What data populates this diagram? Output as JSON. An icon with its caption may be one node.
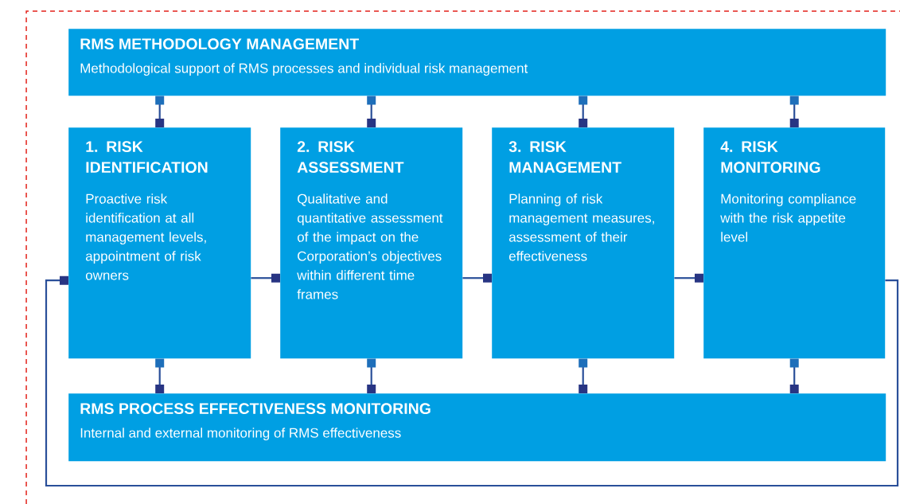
{
  "diagram": {
    "nodes": [
      {
        "text": [
          "RMS METHODOLOGY MANAGEMENT",
          "Methodological support of RMS processes and individual risk management"
        ]
      },
      {
        "text": [
          "1. RISK IDENTIFICATION",
          "Proactive risk identification at all management levels, appointment of risk owners"
        ]
      },
      {
        "text": [
          "2. RISK ASSESSMENT",
          "Qualitative and quantitative assessment of the impact on the Corporation’s objectives within different time frames"
        ]
      },
      {
        "text": [
          "3. RISK MANAGEMENT",
          "Planning of risk management measures, assessment of their effectiveness"
        ]
      },
      {
        "text": [
          "4. RISK MONITORING",
          "Monitoring compliance with the risk appetite level"
        ]
      },
      {
        "text": [
          "RMS PROCESS EFFECTIVENESS MONITORING",
          "Internal and external monitoring of RMS effectiveness"
        ]
      }
    ],
    "edges": [
      {
        "from": 0,
        "to": 1,
        "arrow": "other"
      },
      {
        "from": 0,
        "to": 2,
        "arrow": "other"
      },
      {
        "from": 0,
        "to": 3,
        "arrow": "other"
      },
      {
        "from": 0,
        "to": 4,
        "arrow": "other"
      },
      {
        "from": 1,
        "to": 2,
        "arrow": "other"
      },
      {
        "from": 2,
        "to": 3,
        "arrow": "other"
      },
      {
        "from": 3,
        "to": 4,
        "arrow": "other"
      },
      {
        "from": 4,
        "to": 1,
        "arrow": "other"
      },
      {
        "from": 1,
        "to": 5,
        "arrow": "other"
      },
      {
        "from": 2,
        "to": 5,
        "arrow": "other"
      },
      {
        "from": 3,
        "to": 5,
        "arrow": "other"
      },
      {
        "from": 4,
        "to": 5,
        "arrow": "other"
      }
    ]
  }
}
